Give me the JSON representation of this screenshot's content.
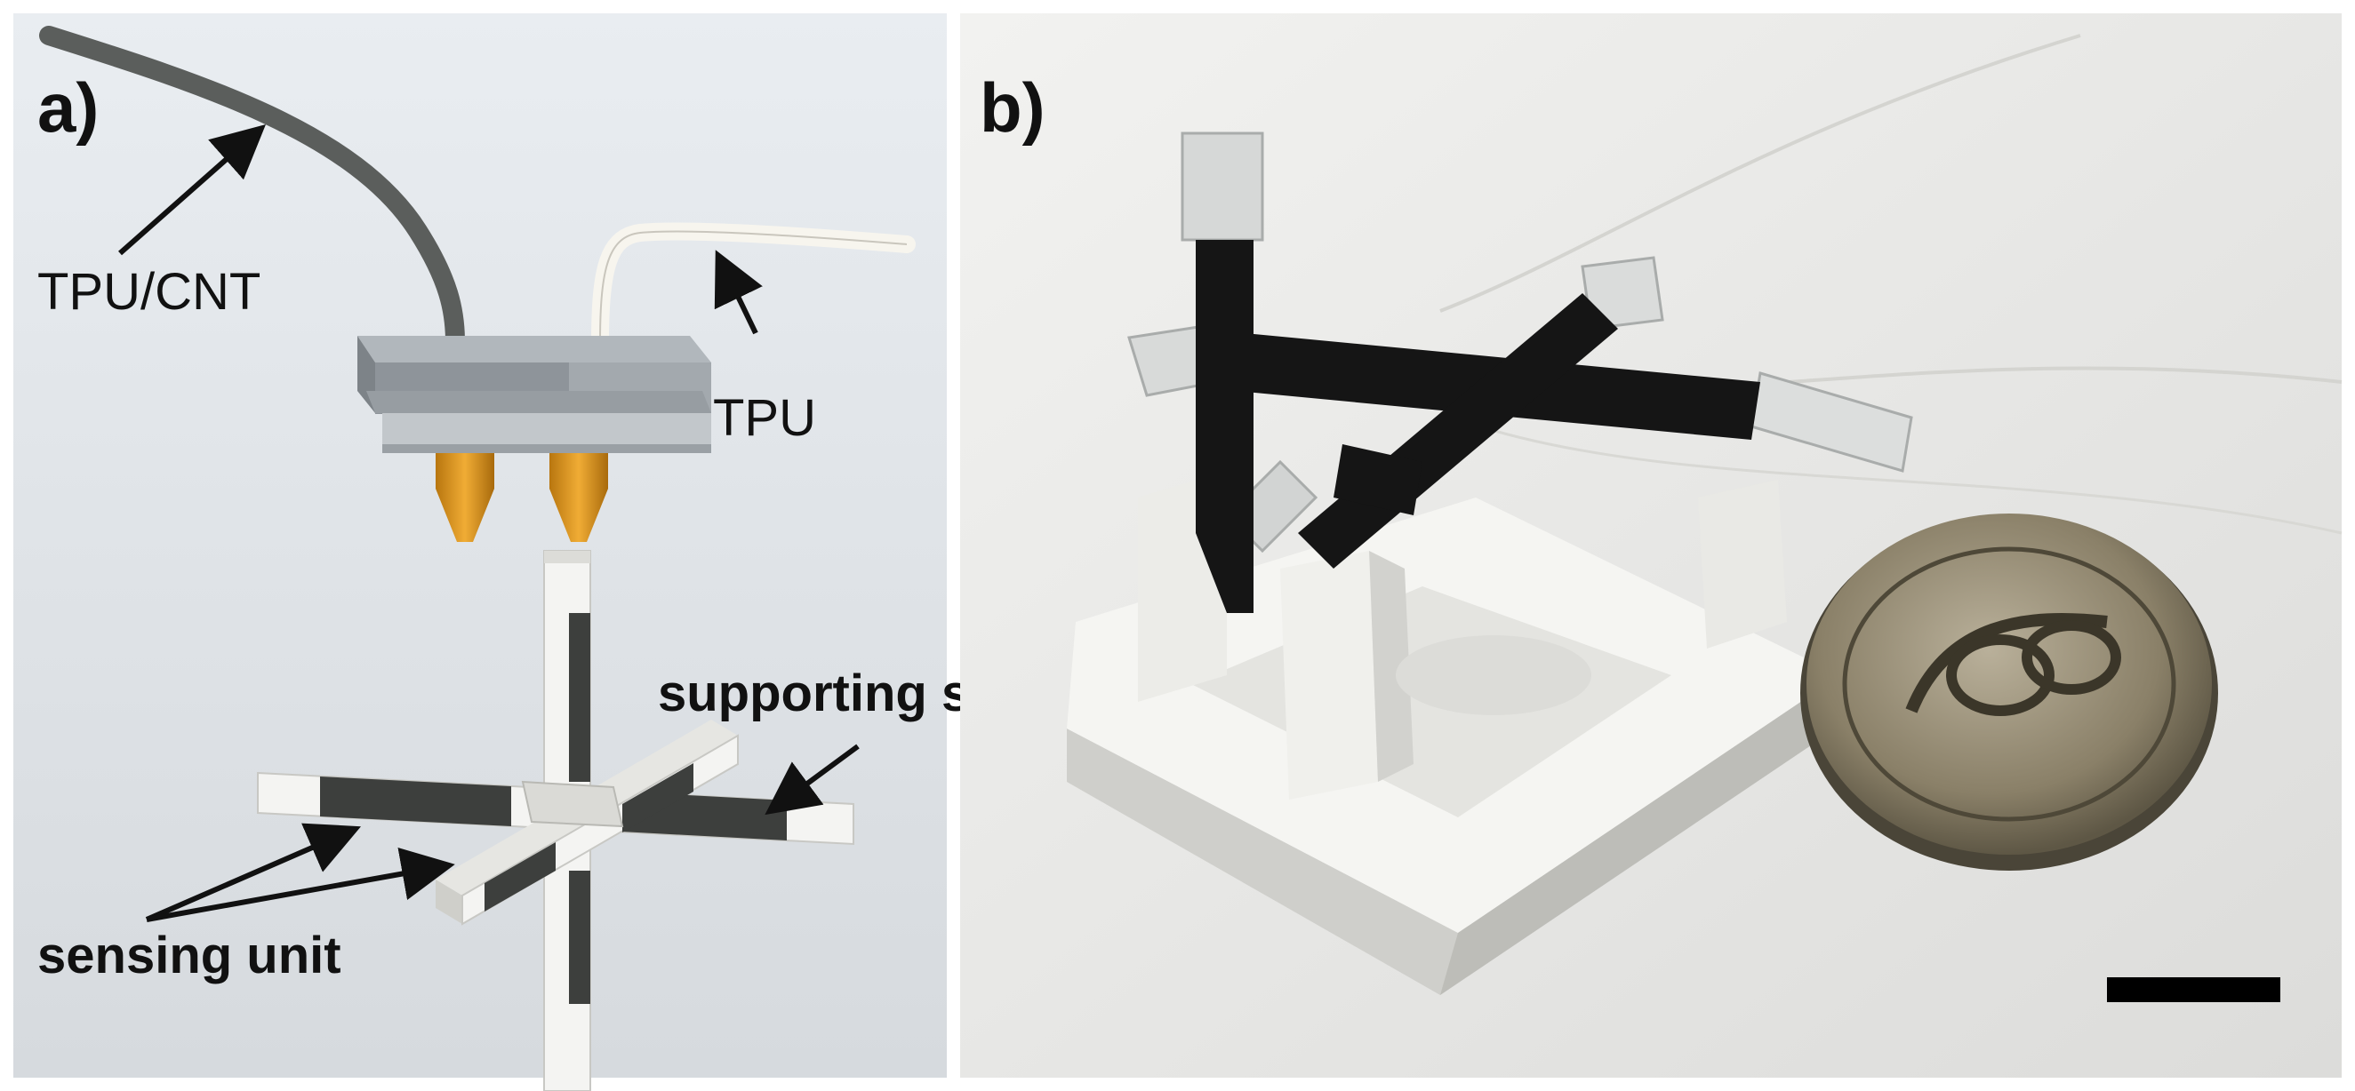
{
  "panel_a": {
    "letter": "a)",
    "labels": {
      "tpu_cnt": "TPU/CNT",
      "tpu": "TPU",
      "supporting": "supporting structure",
      "sensing": "sensing unit"
    }
  },
  "panel_b": {
    "letter": "b)"
  },
  "colors": {
    "conductive": "#3d3f3d",
    "insulating": "#f4f4f2",
    "nozzle": "#d9921f",
    "printhead": "#8e949a"
  },
  "icons": [
    "arrow-icon",
    "printhead-icon",
    "nozzle-icon",
    "coin-icon",
    "scale-bar-icon"
  ]
}
